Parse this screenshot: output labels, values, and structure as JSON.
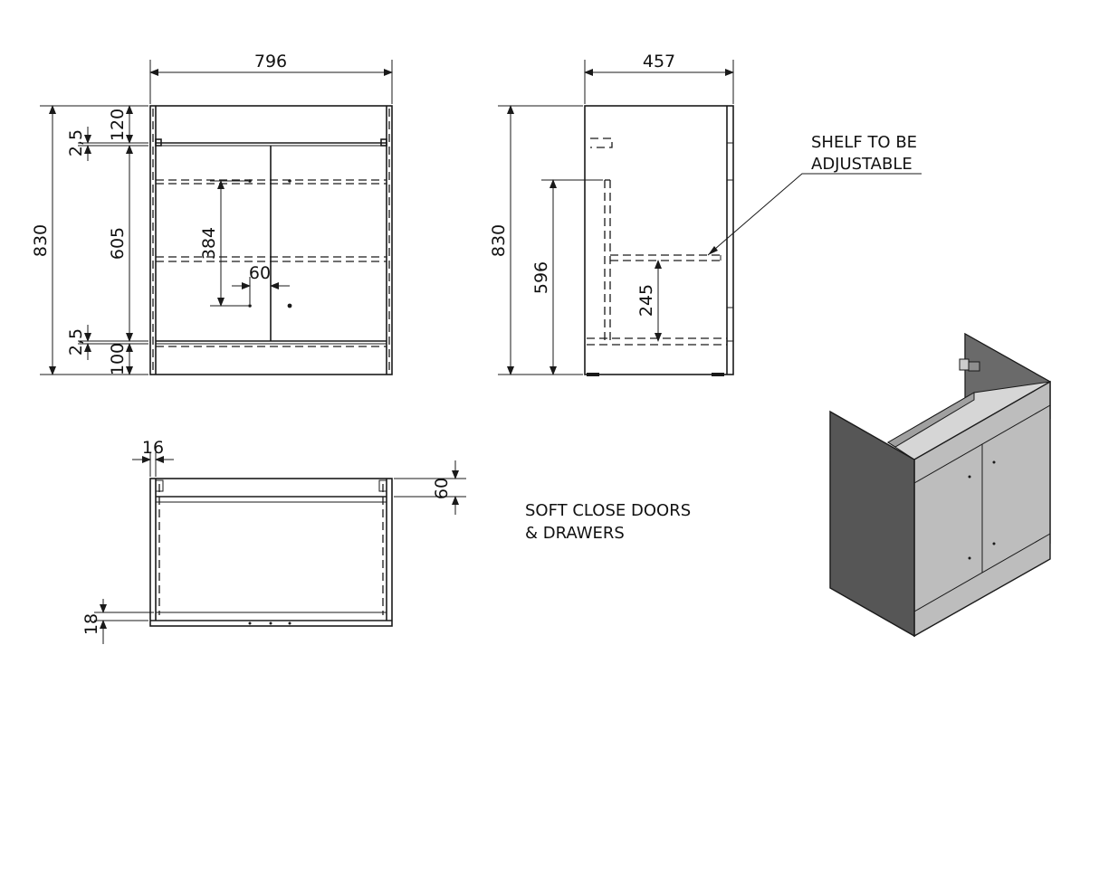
{
  "front_view": {
    "width": "796",
    "height": "830",
    "top_rail": "120",
    "gap_top": "2,5",
    "door_height": "605",
    "gap_bottom": "2,5",
    "plinth": "100",
    "handle_spacing": "384",
    "handle_offset": "60"
  },
  "side_view": {
    "depth": "457",
    "height": "830",
    "shelf_zone": "596",
    "shelf_height": "245"
  },
  "plan_view": {
    "panel_thickness": "16",
    "back_offset": "60",
    "door_thickness": "18"
  },
  "notes": {
    "shelf_line1": "SHELF TO BE",
    "shelf_line2": "ADJUSTABLE",
    "soft_close_line1": "SOFT CLOSE DOORS",
    "soft_close_line2": "& DRAWERS"
  },
  "colors": {
    "line": "#1a1a1a",
    "iso_dark": "#5a5a5a",
    "iso_light": "#bdbdbd",
    "iso_mid": "#8e8e8e"
  }
}
